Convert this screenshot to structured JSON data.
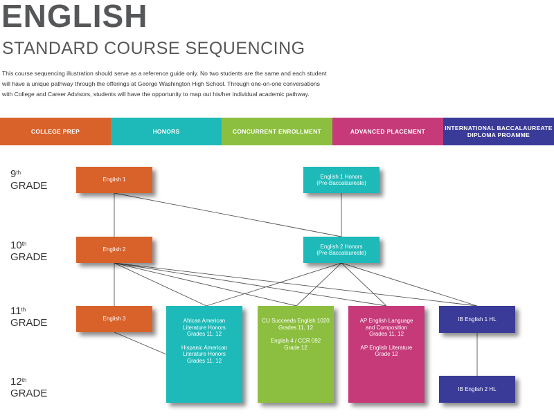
{
  "header": {
    "title": "ENGLISH",
    "subtitle": "STANDARD COURSE SEQUENCING",
    "intro_lines": [
      "This course sequencing illustration should serve as a reference guide only. No two students are the same and each student",
      "will have a unique pathway through the offerings at George Washington High School. Through one-on-one conversations",
      "with College and Career Advisors, students will have the opportunity to map out his/her individual academic pathway."
    ]
  },
  "legend": [
    {
      "label_lines": [
        "COLLEGE PREP"
      ],
      "color": "#d9622b"
    },
    {
      "label_lines": [
        "HONORS"
      ],
      "color": "#1dbab9"
    },
    {
      "label_lines": [
        "CONCURRENT ENROLLMENT"
      ],
      "color": "#8cbf3f"
    },
    {
      "label_lines": [
        "ADVANCED PLACEMENT"
      ],
      "color": "#c63a7a"
    },
    {
      "label_lines": [
        "INTERNATIONAL BACCALAUREATE",
        "DIPLOMA PROAMME"
      ],
      "color": "#3a3b98"
    }
  ],
  "grades": [
    {
      "num": "9",
      "suffix": "th",
      "word": "GRADE"
    },
    {
      "num": "10",
      "suffix": "th",
      "word": "GRADE"
    },
    {
      "num": "11",
      "suffix": "th",
      "word": "GRADE"
    },
    {
      "num": "12",
      "suffix": "th",
      "word": "GRADE"
    }
  ],
  "courses": {
    "english1": {
      "lines": [
        "English 1"
      ],
      "color": "#d9622b"
    },
    "english1_honors": {
      "lines": [
        "English 1 Honors",
        "(Pre-Baccalaureate)"
      ],
      "color": "#1dbab9"
    },
    "english2": {
      "lines": [
        "English 2"
      ],
      "color": "#d9622b"
    },
    "english2_honors": {
      "lines": [
        "English 2 Honors",
        "(Pre-Baccalaureate)"
      ],
      "color": "#1dbab9"
    },
    "english3": {
      "lines": [
        "English 3"
      ],
      "color": "#d9622b"
    },
    "honors_block": {
      "groups": [
        [
          "African American",
          "Literature Honors",
          "Grades 11, 12"
        ],
        [
          "Hispanic American",
          "Literature Honors",
          "Grades 11, 12"
        ]
      ],
      "color": "#1dbab9"
    },
    "concurrent_block": {
      "groups": [
        [
          "CU Succeeds English 1020",
          "Grades 11, 12"
        ],
        [
          "English 4 / CCR 092",
          "Grade 12"
        ]
      ],
      "color": "#8cbf3f"
    },
    "ap_block": {
      "groups": [
        [
          "AP English Language",
          "and Composition",
          "Grades 11, 12"
        ],
        [
          "AP English Literature",
          "Grade 12"
        ]
      ],
      "color": "#c63a7a"
    },
    "ib1": {
      "lines": [
        "IB English 1 HL"
      ],
      "color": "#3a3b98"
    },
    "ib2": {
      "lines": [
        "IB English 2 HL"
      ],
      "color": "#3a3b98"
    }
  }
}
